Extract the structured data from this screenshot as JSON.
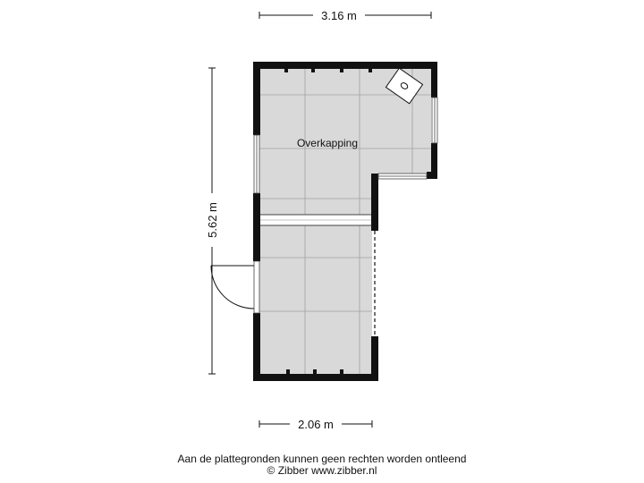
{
  "dimensions": {
    "width_label": "3.16 m",
    "height_label": "5.62 m",
    "bottom_width_label": "2.06 m"
  },
  "room": {
    "name": "Overkapping"
  },
  "footer": {
    "disclaimer": "Aan de plattegronden kunnen geen rechten worden ontleend",
    "copyright": "© Zibber www.zibber.nl"
  },
  "colors": {
    "floor": "#d9d9d9",
    "wall": "#111111",
    "grid": "#a0a0a0"
  }
}
